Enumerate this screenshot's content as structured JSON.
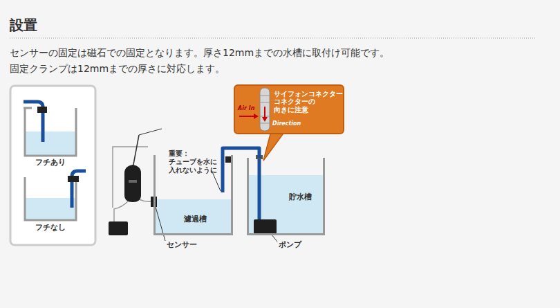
{
  "diagram": {
    "title": "設置",
    "nodes": [
      {
        "text": [
          "濾過槽"
        ]
      },
      {
        "text": [
          "貯水槽"
        ]
      },
      {
        "text": [
          "サイフォンコネクター コネクターの 向きに注意",
          "Air In",
          "Direction"
        ]
      }
    ],
    "edges": [
      {
        "from": 1,
        "to": 0,
        "arrow": "none"
      }
    ],
    "labels": [
      "センサーの固定は磁石での固定となります。厚さ12mmまでの水槽に取付け可能です。",
      "固定クランプは12mmまでの厚さに対応します。",
      "フチあり",
      "フチなし",
      "重要： チューブを水に 入れないように",
      "センサー",
      "ポンプ"
    ]
  }
}
